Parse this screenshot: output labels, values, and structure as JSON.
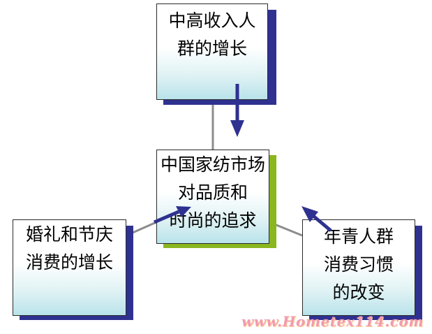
{
  "boxes": {
    "top": {
      "lines": [
        "中高收入人",
        "群的增长"
      ]
    },
    "center": {
      "lines": [
        "中国家纺市场",
        "对品质和",
        "时尚的追求"
      ]
    },
    "left": {
      "lines": [
        "婚礼和节庆",
        "消费的增长"
      ]
    },
    "right": {
      "lines": [
        "年青人群",
        "消费习惯",
        "的改变"
      ]
    }
  },
  "watermark": "www.Hometex114.com",
  "colors": {
    "shadow": "#2f3190",
    "center_shadow": "#8ab61e",
    "arrow": "#2f3190",
    "connector": "#8c8c8c",
    "box_gradient_bottom": "#b9e3ea"
  }
}
